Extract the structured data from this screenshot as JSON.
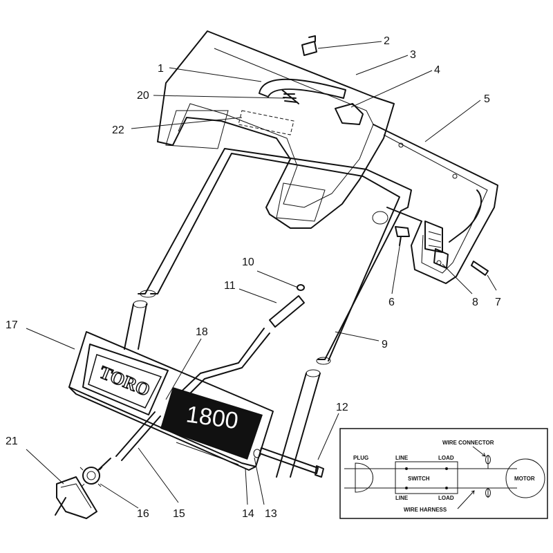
{
  "callouts": {
    "c1": "1",
    "c2": "2",
    "c3": "3",
    "c4": "4",
    "c5": "5",
    "c6": "6",
    "c7": "7",
    "c8": "8",
    "c9": "9",
    "c10": "10",
    "c11": "11",
    "c12": "12",
    "c13": "13",
    "c14": "14",
    "c15": "15",
    "c16": "16",
    "c17": "17",
    "c18": "18",
    "c20": "20",
    "c21": "21",
    "c22": "22"
  },
  "decal": {
    "brand": "TORO",
    "model": "1800"
  },
  "wiring": {
    "plug": "PLUG",
    "line_top": "LINE",
    "load_top": "LOAD",
    "switch": "SWITCH",
    "line_bottom": "LINE",
    "load_bottom": "LOAD",
    "wire_connector": "WIRE CONNECTOR",
    "wire_harness": "WIRE HARNESS",
    "motor": "MOTOR"
  }
}
